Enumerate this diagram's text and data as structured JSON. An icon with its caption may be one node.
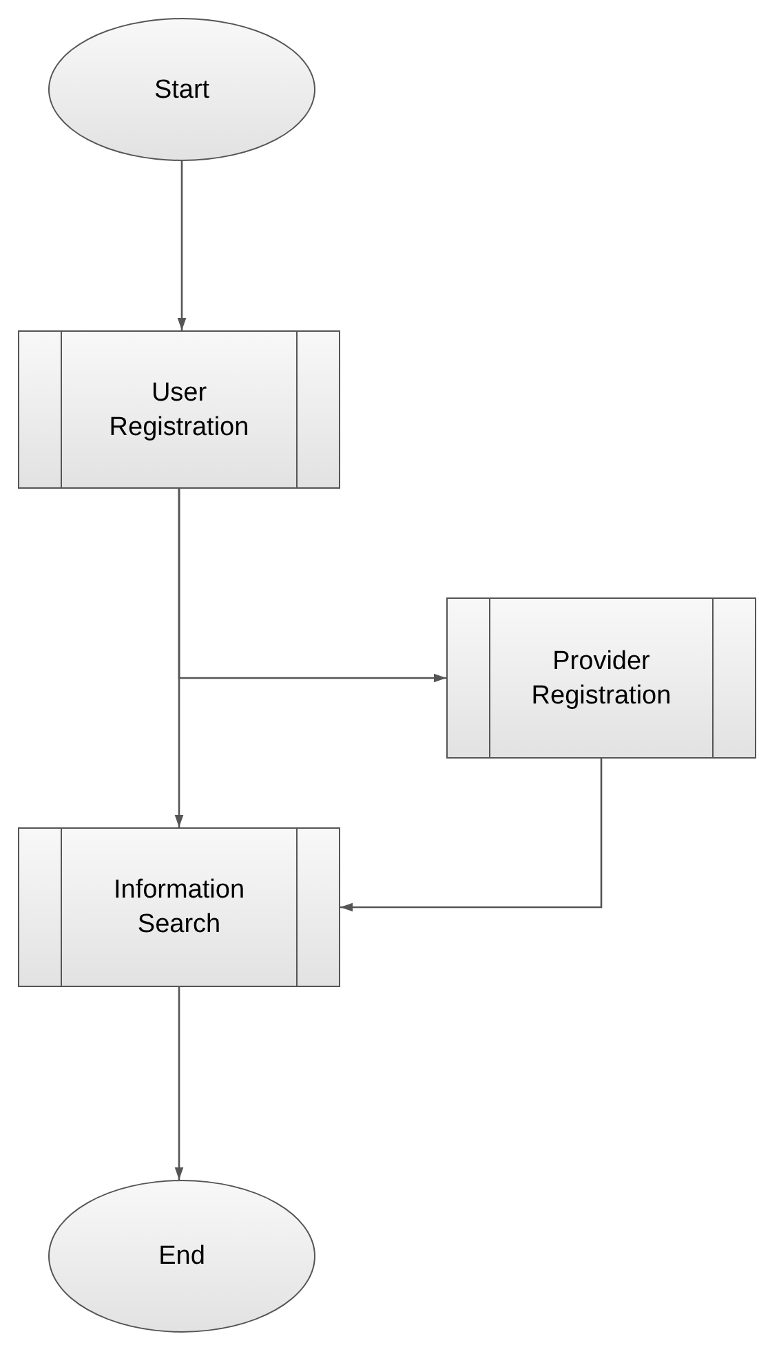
{
  "diagram": {
    "nodes": [
      {
        "text": [
          "Start"
        ]
      },
      {
        "text": [
          "User Registration"
        ]
      },
      {
        "text": [
          "Provider Registration"
        ]
      },
      {
        "text": [
          "Information Search"
        ]
      },
      {
        "text": [
          "End"
        ]
      }
    ],
    "edges": [
      {
        "from": 0,
        "to": 1,
        "arrow": "to"
      },
      {
        "from": 1,
        "to": 3,
        "arrow": "to"
      },
      {
        "from": 1,
        "to": 2,
        "arrow": "to"
      },
      {
        "from": 2,
        "to": 3,
        "arrow": "to"
      },
      {
        "from": 3,
        "to": 4,
        "arrow": "to"
      }
    ]
  }
}
